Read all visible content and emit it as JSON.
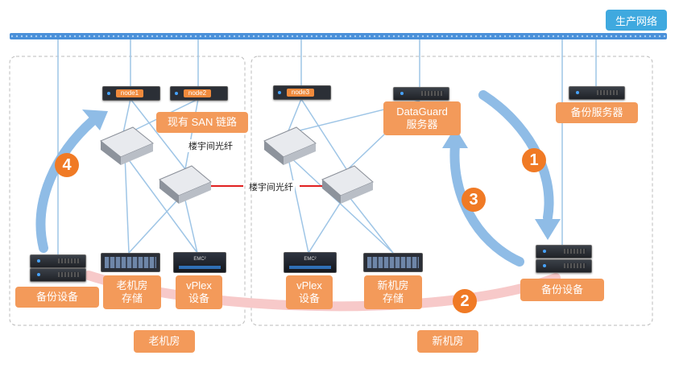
{
  "network": {
    "label": "生产网络"
  },
  "rooms": {
    "old": "老机房",
    "new": "新机房"
  },
  "nodes": {
    "node1": "node1",
    "node2": "node2",
    "node3": "node3"
  },
  "labels": {
    "san": "现有 SAN 链路",
    "fibre_top": "楼宇间光纤",
    "fibre_mid": "楼宇间光纤",
    "dataguard": "DataGuard\n服务器",
    "backup_server": "备份服务器",
    "backup_old": "备份设备",
    "old_storage": "老机房\n存储",
    "vplex_old": "vPlex\n设备",
    "vplex_new": "vPlex\n设备",
    "new_storage": "新机房\n存储",
    "backup_new": "备份设备"
  },
  "vendor": {
    "vplex_logo": "EMC²"
  },
  "steps": [
    "1",
    "2",
    "3",
    "4"
  ],
  "colors": {
    "bus": "#4a90d9",
    "link": "#9ec5e6",
    "flow_blue": "#8fbce6",
    "flow_pink": "#f7c9c9",
    "fibre_red": "#e02020",
    "label_orange": "#f39a5a",
    "step_orange": "#f07a25"
  }
}
